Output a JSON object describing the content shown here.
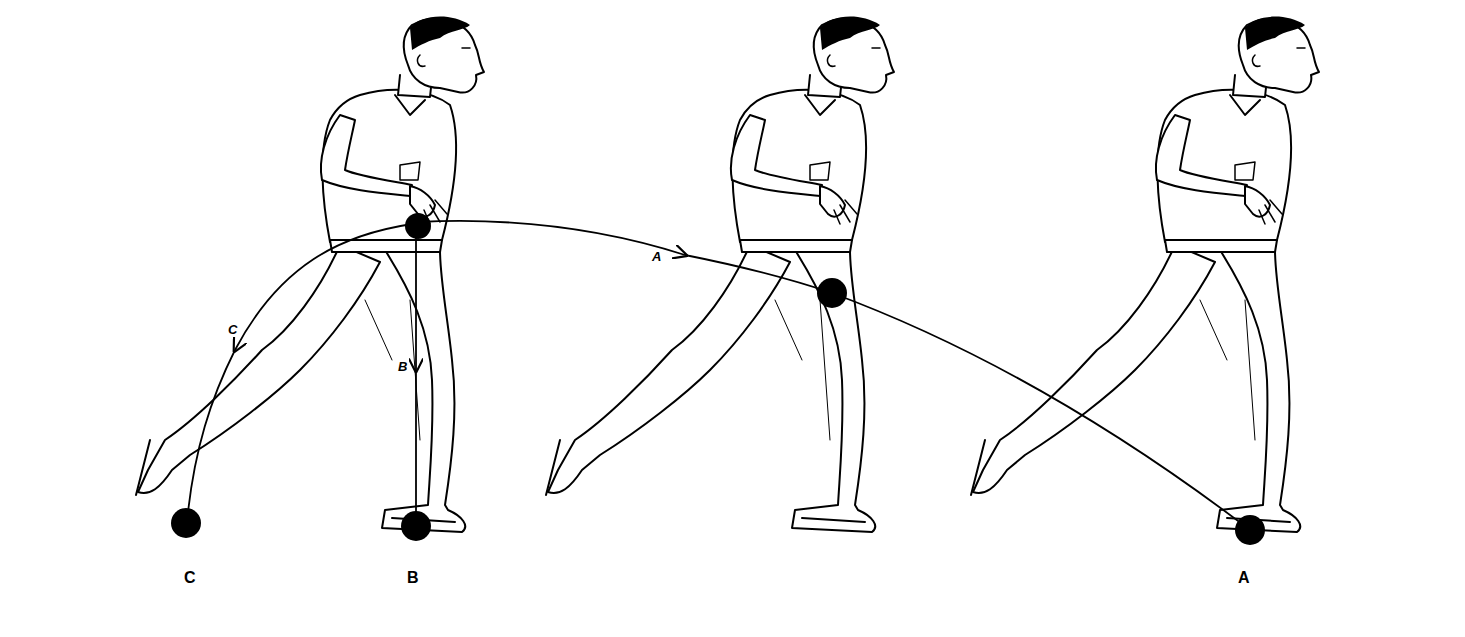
{
  "diagram": {
    "labels": [
      "A",
      "C",
      "B",
      "C",
      "B",
      "A"
    ]
  }
}
